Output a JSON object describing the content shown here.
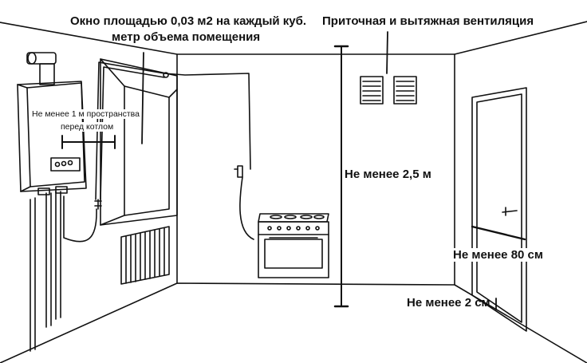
{
  "labels": {
    "window_line1": "Окно площадью 0,03 м2 на каждый куб.",
    "window_line2": "метр объема помещения",
    "ventilation": "Приточная и вытяжная вентиляция",
    "boiler_space_line1": "Не менее 1 м пространства",
    "boiler_space_line2": "перед котлом",
    "ceiling_height": "Не менее 2,5 м",
    "door_width": "Не менее 80 см",
    "door_gap": "Не менее 2 см"
  }
}
